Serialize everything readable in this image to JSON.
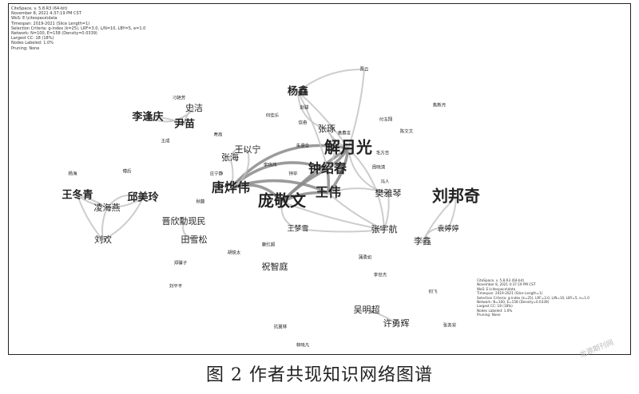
{
  "header_info": [
    "CiteSpace, v. 5.8.R3 (64-bit)",
    "November 8, 2021 4:37:19 PM CST",
    "WoS: E:\\citespace\\data",
    "Timespan: 2019-2021 (Slice Length=1)",
    "Selection Criteria: g-index (k=25), LRF=3.0, L/N=10, LBY=5, e=1.0",
    "Network: N=100, E=158 (Density=0.0339)",
    "Largest CC: 18 (18%)",
    "Nodes Labeled: 1.0%",
    "Pruning: None"
  ],
  "footer_info": [
    "CiteSpace, v. 5.8.R3 (64-bit)",
    "November 8, 2021 4:37:19 PM CST",
    "WoS: E:\\citespace\\data",
    "Timespan: 2019-2021 (Slice Length=1)",
    "Selection Criteria: g-index (k=25), LRF=3.0, L/N=10, LBY=5, e=1.0",
    "Network: N=100, E=158 (Density=0.0339)",
    "Largest CC: 18 (18%)",
    "Nodes Labeled: 1.0%",
    "Pruning: None"
  ],
  "caption": "图 2   作者共现知识网络图谱",
  "watermark": "龙源期刊网",
  "colors": {
    "edge": "#8a8a8a",
    "edge_light": "#c4c4c4",
    "text": "#222222",
    "frame": "#222222"
  },
  "nodes": [
    {
      "id": "xieyueguang",
      "label": "解月光",
      "weight": 5
    },
    {
      "id": "zhongshaochun",
      "label": "钟绍春",
      "weight": 4
    },
    {
      "id": "pangjingwen",
      "label": "庞敬文",
      "weight": 5
    },
    {
      "id": "tanghuawei",
      "label": "唐烨伟",
      "weight": 4
    },
    {
      "id": "wangwei",
      "label": "王伟",
      "weight": 4
    },
    {
      "id": "liubangqi",
      "label": "刘邦奇",
      "weight": 5
    },
    {
      "id": "yangxin",
      "label": "杨鑫",
      "weight": 3
    },
    {
      "id": "zhangyu",
      "label": "张琢",
      "weight": 2
    },
    {
      "id": "wangyining",
      "label": "王以宁",
      "weight": 2
    },
    {
      "id": "zhanghai",
      "label": "张海",
      "weight": 2
    },
    {
      "id": "fanyaqin",
      "label": "樊雅琴",
      "weight": 2
    },
    {
      "id": "zhangyuhang",
      "label": "张宇航",
      "weight": 2
    },
    {
      "id": "wangmengxue",
      "label": "王梦雪",
      "weight": 1
    },
    {
      "id": "lifengqing",
      "label": "李逢庆",
      "weight": 3
    },
    {
      "id": "shijie",
      "label": "史洁",
      "weight": 2
    },
    {
      "id": "yinmiao",
      "label": "尹苗",
      "weight": 3
    },
    {
      "id": "wangdongqing",
      "label": "王冬青",
      "weight": 3
    },
    {
      "id": "qiumeiling",
      "label": "邱美玲",
      "weight": 3
    },
    {
      "id": "linghaiyan",
      "label": "凌海燕",
      "weight": 2
    },
    {
      "id": "liuhuan",
      "label": "刘欢",
      "weight": 2
    },
    {
      "id": "jinxinmingxian",
      "label": "晋欣勳现民",
      "weight": 2
    },
    {
      "id": "tianxuesong",
      "label": "田雪松",
      "weight": 2
    },
    {
      "id": "zhuzhiting",
      "label": "祝智庭",
      "weight": 2
    },
    {
      "id": "yuanpingping",
      "label": "袁婷婷",
      "weight": 1
    },
    {
      "id": "lixin",
      "label": "李鑫",
      "weight": 2
    },
    {
      "id": "wumingchao",
      "label": "吴明超",
      "weight": 2
    },
    {
      "id": "xuyonghui",
      "label": "许勇辉",
      "weight": 2
    },
    {
      "id": "jiayun",
      "label": "贾云",
      "weight": 0
    },
    {
      "id": "zhaojun",
      "label": "赵骏",
      "weight": 0
    },
    {
      "id": "hejiale",
      "label": "何佳乐",
      "weight": 0
    },
    {
      "id": "xinqi",
      "label": "信奇",
      "weight": 0
    },
    {
      "id": "zhumingquan",
      "label": "朱德全",
      "weight": 0
    },
    {
      "id": "xuchunyan",
      "label": "袁春言",
      "weight": 0
    },
    {
      "id": "maowenjie",
      "label": "毛方吉",
      "weight": 0
    },
    {
      "id": "zhouxiaoqing",
      "label": "周晓清",
      "weight": 0
    },
    {
      "id": "fubingbing",
      "label": "付玉翔",
      "weight": 0
    },
    {
      "id": "chenwenwen",
      "label": "陈文文",
      "weight": 0
    },
    {
      "id": "jiaoxinyue",
      "label": "焦新月",
      "weight": 0
    },
    {
      "id": "fengxiao",
      "label": "冯人",
      "weight": 0
    },
    {
      "id": "lixiaohong",
      "label": "李晓鸿",
      "weight": 0
    },
    {
      "id": "zhongxin",
      "label": "钟毕",
      "weight": 0
    },
    {
      "id": "zhuangxiao",
      "label": "庄宁静",
      "weight": 0
    },
    {
      "id": "shouhao",
      "label": "寿高",
      "weight": 0
    },
    {
      "id": "wangdian",
      "label": "王成",
      "weight": 0
    },
    {
      "id": "xuhuangfang",
      "label": "刁艳芳",
      "weight": 0
    },
    {
      "id": "zhoudong",
      "label": "杨海",
      "weight": 0
    },
    {
      "id": "fuhou",
      "label": "傅后",
      "weight": 0
    },
    {
      "id": "tiantao",
      "label": "秋藤",
      "weight": 0
    },
    {
      "id": "caijun",
      "label": "蔡红超",
      "weight": 0
    },
    {
      "id": "guocun",
      "label": "胡铁太",
      "weight": 0
    },
    {
      "id": "haoqizi",
      "label": "郑骥子",
      "weight": 0
    },
    {
      "id": "liupingping",
      "label": "刘平平",
      "weight": 0
    },
    {
      "id": "jiangyongzhi",
      "label": "蒲勇如",
      "weight": 0
    },
    {
      "id": "lishijie",
      "label": "李世杰",
      "weight": 0
    },
    {
      "id": "hefei",
      "label": "何飞",
      "weight": 0
    },
    {
      "id": "zhaowu",
      "label": "张务安",
      "weight": 0
    },
    {
      "id": "lixiangning",
      "label": "抗翼林",
      "weight": 0
    },
    {
      "id": "linxiaofan",
      "label": "林晓凡",
      "weight": 0
    }
  ],
  "edges": [
    [
      "xieyueguang",
      "zhongshaochun"
    ],
    [
      "xieyueguang",
      "pangjingwen"
    ],
    [
      "xieyueguang",
      "tanghuawei"
    ],
    [
      "xieyueguang",
      "wangwei"
    ],
    [
      "xieyueguang",
      "yangxin"
    ],
    [
      "xieyueguang",
      "fanyaqin"
    ],
    [
      "xieyueguang",
      "zhangyuhang"
    ],
    [
      "zhongshaochun",
      "pangjingwen"
    ],
    [
      "zhongshaochun",
      "tanghuawei"
    ],
    [
      "zhongshaochun",
      "wangwei"
    ],
    [
      "zhongshaochun",
      "yangxin"
    ],
    [
      "pangjingwen",
      "tanghuawei"
    ],
    [
      "pangjingwen",
      "wangwei"
    ],
    [
      "pangjingwen",
      "zhangyuhang"
    ],
    [
      "pangjingwen",
      "wangmengxue"
    ],
    [
      "tanghuawei",
      "wangwei"
    ],
    [
      "tanghuawei",
      "zhanghai"
    ],
    [
      "tanghuawei",
      "wangyining"
    ],
    [
      "wangwei",
      "fanyaqin"
    ],
    [
      "wangwei",
      "zhangyuhang"
    ],
    [
      "yangxin",
      "zhangyu"
    ],
    [
      "yangxin",
      "jiayun"
    ],
    [
      "zhangyu",
      "xieyueguang"
    ],
    [
      "wangyining",
      "zhanghai"
    ],
    [
      "fanyaqin",
      "zhangyuhang"
    ],
    [
      "wangmengxue",
      "zhangyuhang"
    ],
    [
      "lifengqing",
      "shijie"
    ],
    [
      "lifengqing",
      "yinmiao"
    ],
    [
      "shijie",
      "yinmiao"
    ],
    [
      "wangdongqing",
      "qiumeiling"
    ],
    [
      "wangdongqing",
      "linghaiyan"
    ],
    [
      "wangdongqing",
      "liuhuan"
    ],
    [
      "qiumeiling",
      "linghaiyan"
    ],
    [
      "qiumeiling",
      "liuhuan"
    ],
    [
      "linghaiyan",
      "liuhuan"
    ],
    [
      "jinxinmingxian",
      "tianxuesong"
    ],
    [
      "liubangqi",
      "yuanpingping"
    ],
    [
      "liubangqi",
      "lixin"
    ],
    [
      "yuanpingping",
      "lixin"
    ],
    [
      "wumingchao",
      "xuyonghui"
    ],
    [
      "xieyueguang",
      "jiayun"
    ],
    [
      "zhongshaochun",
      "zhangyu"
    ]
  ]
}
